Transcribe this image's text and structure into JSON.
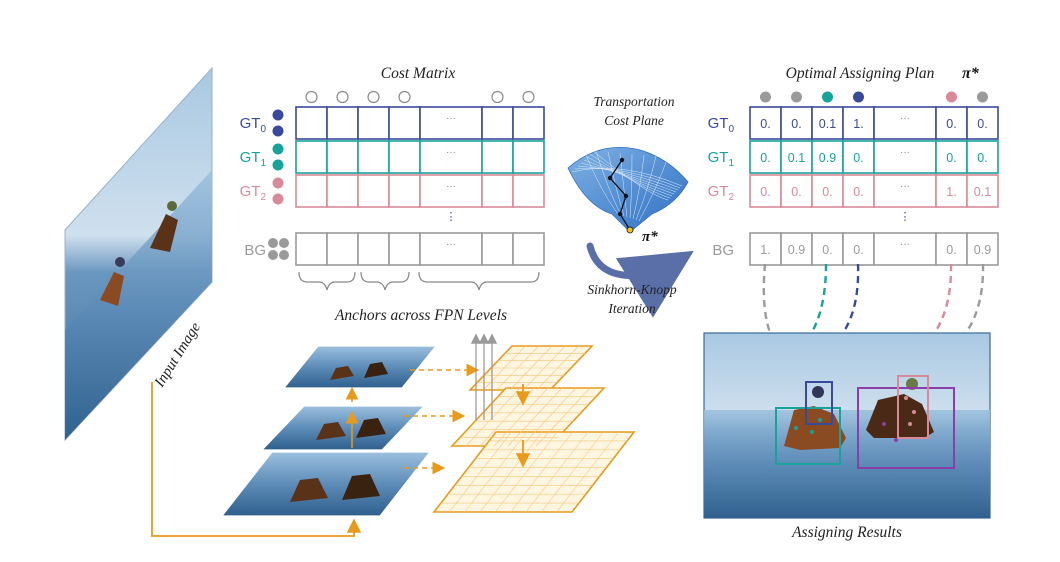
{
  "titles": {
    "cost_matrix": "Cost Matrix",
    "optimal_plan": "Optimal Assigning Plan",
    "optimal_plan_symbol": "π*",
    "transport_plane_line1": "Transportation",
    "transport_plane_line2": "Cost Plane",
    "pi_star": "π*",
    "sinkhorn_line1": "Sinkhorn-Knopp",
    "sinkhorn_line2": "Iteration",
    "anchors": "Anchors across FPN Levels",
    "input_image": "Input Image",
    "assigning_results": "Assigning Results"
  },
  "row_labels": {
    "gt0": {
      "base": "GT",
      "sub": "0"
    },
    "gt1": {
      "base": "GT",
      "sub": "1"
    },
    "gt2": {
      "base": "GT",
      "sub": "2"
    },
    "bg": "BG"
  },
  "ellipsis": "···",
  "vdots": "⋮",
  "plan_values": {
    "gt0": [
      "0.",
      "0.",
      "0.1",
      "1.",
      "",
      "0.",
      "0."
    ],
    "gt1": [
      "0.",
      "0.1",
      "0.9",
      "0.",
      "",
      "0.",
      "0."
    ],
    "gt2": [
      "0.",
      "0.",
      "0.",
      "0.",
      "",
      "1.",
      "0.1"
    ],
    "bg": [
      "1.",
      "0.9",
      "0.",
      "0.",
      "",
      "0.",
      "0.9"
    ]
  },
  "colors": {
    "gt0": "#3a4a9a",
    "gt1": "#17a39a",
    "gt2": "#d98a98",
    "bg": "#9a9a9a",
    "fpn_arrow": "#e79a1c",
    "violet": "#8a3fa8"
  }
}
